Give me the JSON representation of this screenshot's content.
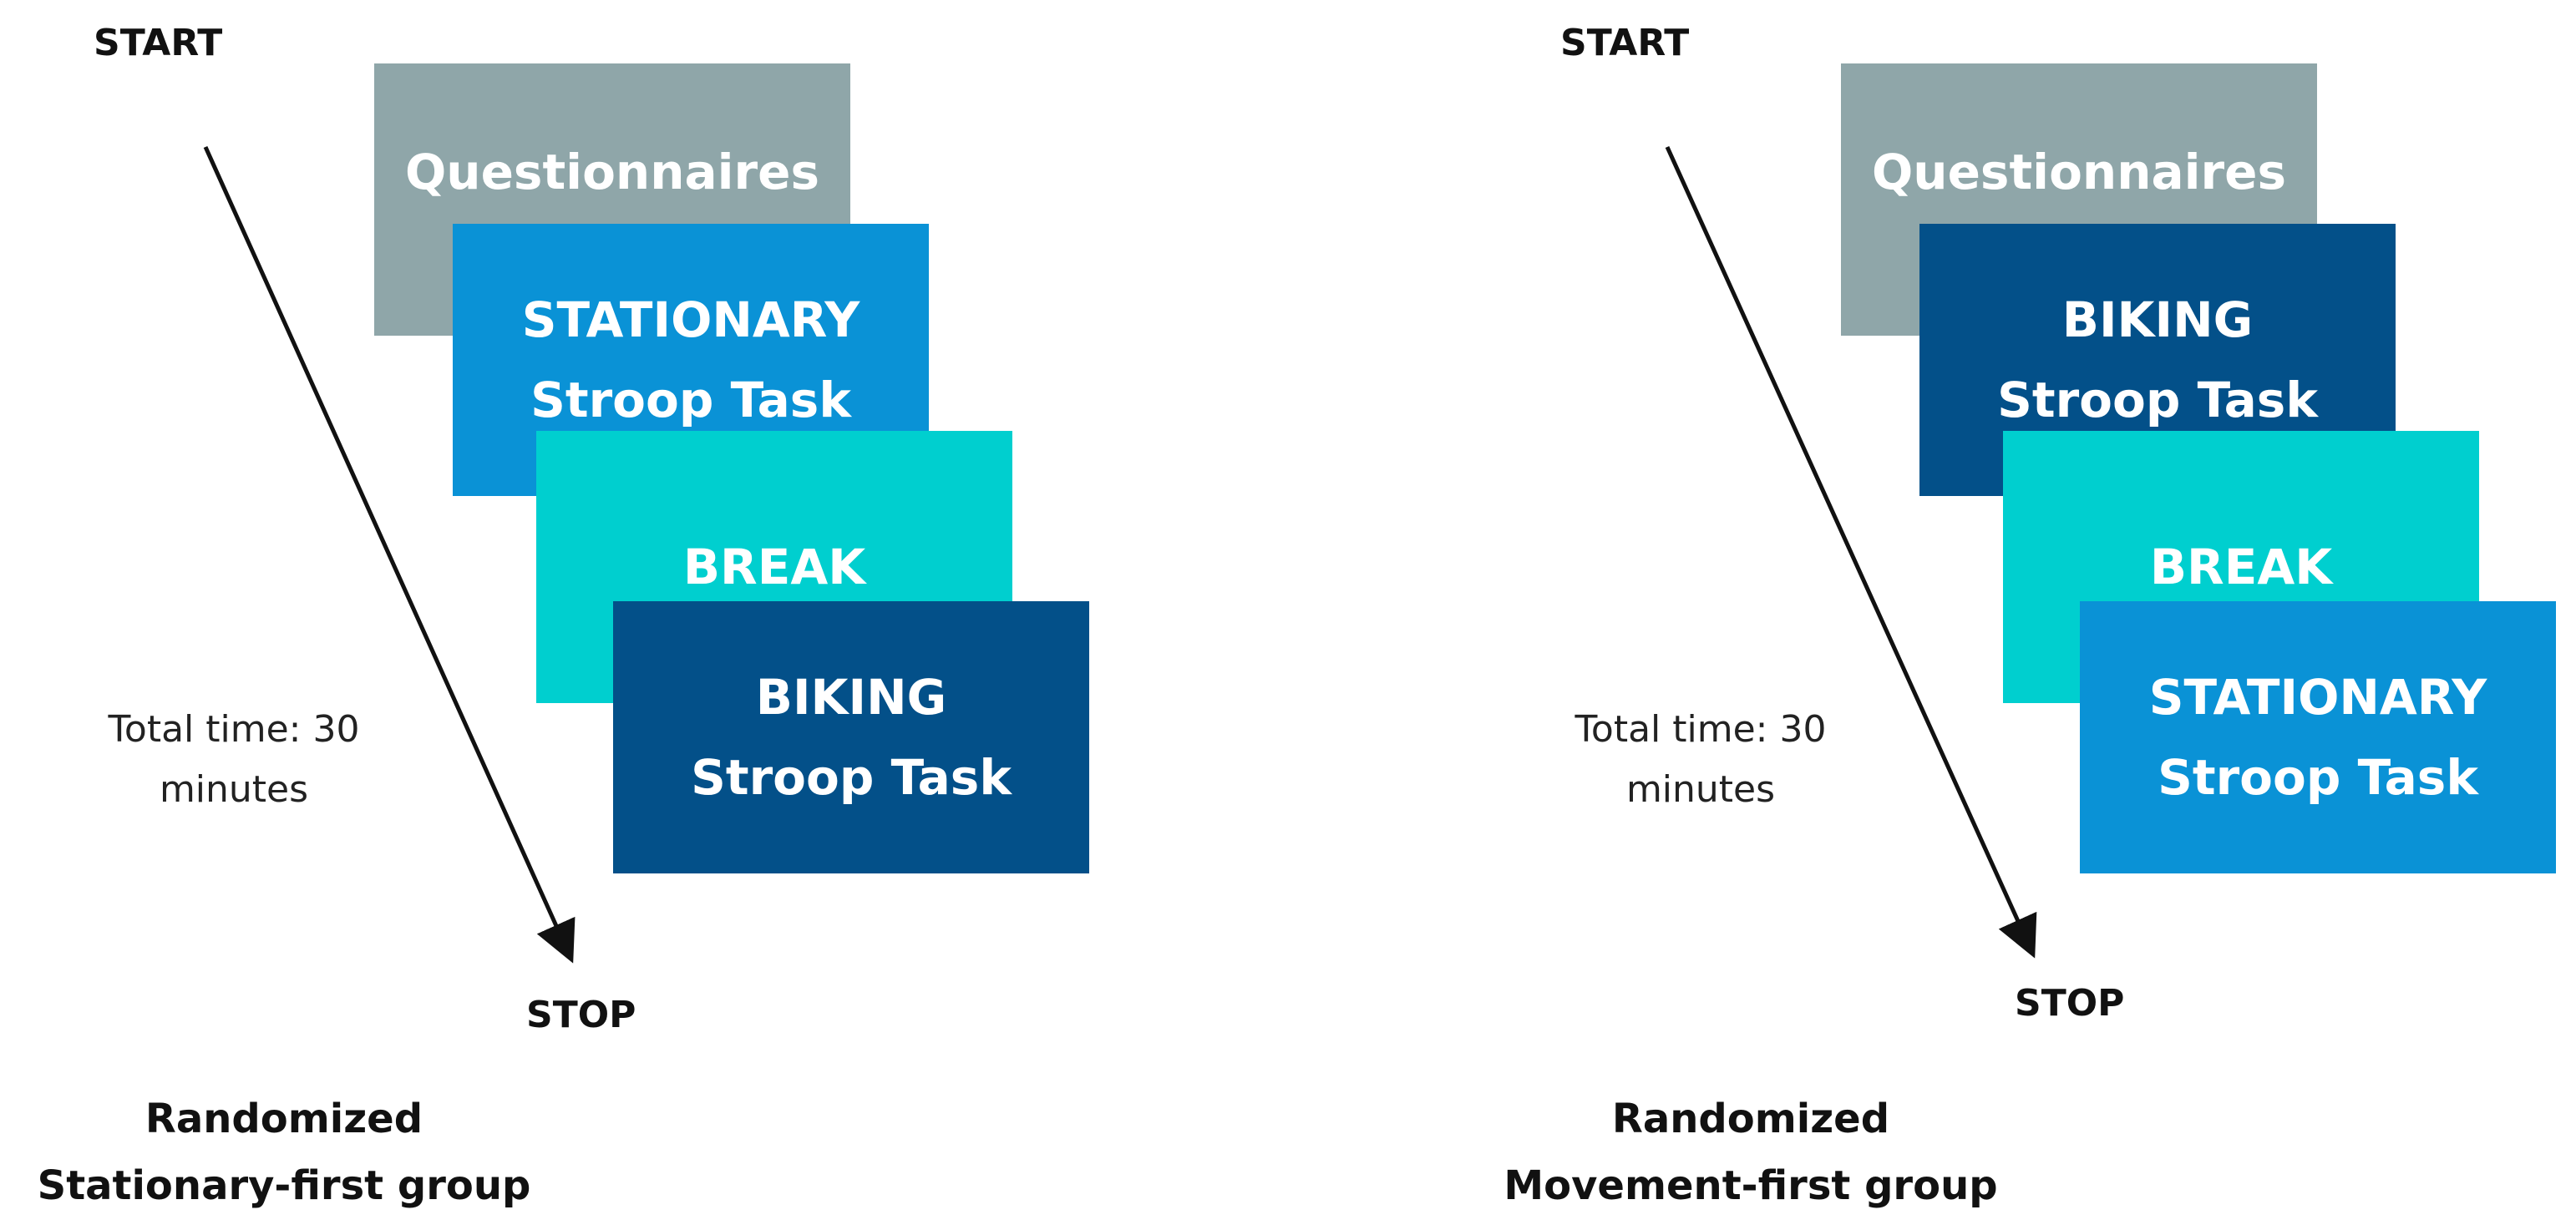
{
  "colors": {
    "questionnaires": "#8fa6a9",
    "stationary": "#0a92d6",
    "break": "#00cfcf",
    "biking": "#035089"
  },
  "left": {
    "start": "START",
    "stop": "STOP",
    "total_time": [
      "Total time: 30",
      "minutes"
    ],
    "boxes": [
      {
        "lines": [
          "Questionnaires"
        ],
        "color_key": "questionnaires"
      },
      {
        "lines": [
          "STATIONARY",
          "Stroop Task"
        ],
        "color_key": "stationary"
      },
      {
        "lines": [
          "BREAK"
        ],
        "color_key": "break"
      },
      {
        "lines": [
          "BIKING",
          "Stroop Task"
        ],
        "color_key": "biking"
      }
    ],
    "group_label": [
      "Randomized",
      "Stationary-first group"
    ]
  },
  "right": {
    "start": "START",
    "stop": "STOP",
    "total_time": [
      "Total time: 30",
      "minutes"
    ],
    "boxes": [
      {
        "lines": [
          "Questionnaires"
        ],
        "color_key": "questionnaires"
      },
      {
        "lines": [
          "BIKING",
          "Stroop Task"
        ],
        "color_key": "biking"
      },
      {
        "lines": [
          "BREAK"
        ],
        "color_key": "break"
      },
      {
        "lines": [
          "STATIONARY",
          "Stroop Task"
        ],
        "color_key": "stationary"
      }
    ],
    "group_label": [
      "Randomized",
      "Movement-first group"
    ]
  }
}
